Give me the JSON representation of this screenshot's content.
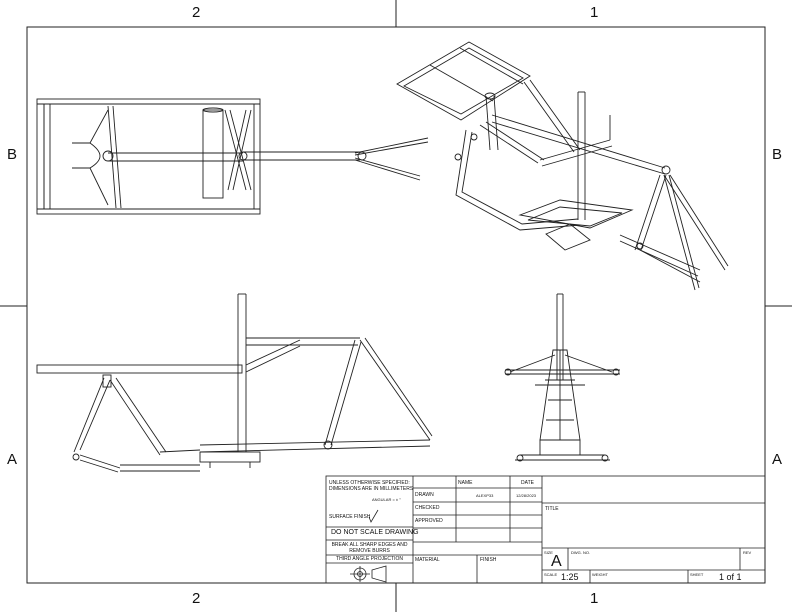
{
  "zones": {
    "cols": [
      "2",
      "1"
    ],
    "rows": [
      "B",
      "A"
    ]
  },
  "title_block": {
    "notes_line1": "UNLESS OTHERWISE SPECIFIED:",
    "notes_line2": "DIMENSIONS ARE IN MILLIMETERS",
    "angular": "ANGULAR = ± °",
    "surface_finish": "SURFACE FINISH",
    "do_not_scale": "DO NOT SCALE DRAWING",
    "break_edges_1": "BREAK ALL SHARP EDGES AND",
    "break_edges_2": "REMOVE BURRS",
    "projection": "THIRD ANGLE PROJECTION",
    "name_header": "NAME",
    "date_header": "DATE",
    "drawn_label": "DRAWN",
    "drawn_name": "ALEXP33",
    "drawn_date": "12/28/2023",
    "checked_label": "CHECKED",
    "approved_label": "APPROVED",
    "material_label": "MATERIAL",
    "finish_label": "FINISH",
    "title_label": "TITLE",
    "size_label": "SIZE",
    "size_value": "A",
    "dwg_no_label": "DWG. NO.",
    "rev_label": "REV",
    "scale_label": "SCALE",
    "scale_value": "1:25",
    "weight_label": "WEIGHT",
    "sheet_label": "SHEET",
    "sheet_value": "1 of 1"
  }
}
